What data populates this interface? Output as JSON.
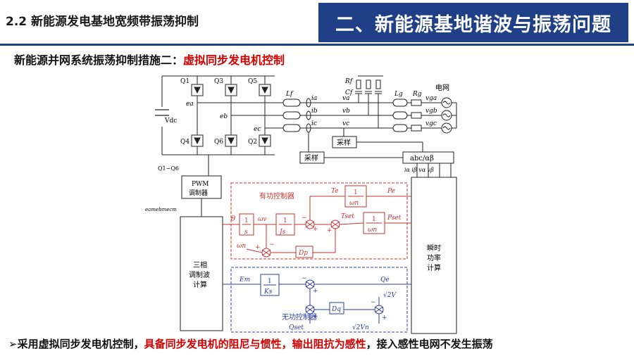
{
  "header": {
    "section_title": "2.2 新能源发电基地宽频带振荡抑制",
    "chapter_title": "二、新能源基地谐波与振荡问题"
  },
  "subtitle": {
    "prefix": "新能源并网系统振荡抑制措施二：",
    "highlight": "虚拟同步发电机控制"
  },
  "diagram": {
    "switches": [
      "Q1",
      "Q3",
      "Q5",
      "Q4",
      "Q6",
      "Q2"
    ],
    "vdc": "Vdc",
    "phase_nodes": [
      "ea",
      "eb",
      "ec"
    ],
    "filter_l": "Lf",
    "filter_c": "Cf",
    "filter_r": "Rf",
    "grid_l": "Lg",
    "grid_r": "Rg",
    "grid_label": "电网",
    "currents": [
      "ia",
      "ib",
      "ic"
    ],
    "cap_voltages": [
      "va",
      "vb",
      "vc"
    ],
    "grid_voltages": [
      "vga",
      "vgb",
      "vgc"
    ],
    "gate_label": "Q1~Q6",
    "pwm_label_1": "PWM",
    "pwm_label_2": "调制器",
    "mod_signals": "eamebmecm",
    "sample_1": "采样",
    "sample_2": "采样",
    "transform": "abc/αβ",
    "transform_outputs": "iα iβ vα vβ",
    "active_title": "有功控制器",
    "reactive_title": "无功控制器",
    "three_phase_box": [
      "三相",
      "调制波",
      "计算"
    ],
    "power_box": [
      "瞬时",
      "功率",
      "计算"
    ],
    "sig_Pe": "Pe",
    "sig_Te": "Te",
    "sig_Tset": "Tset",
    "sig_Pset": "Pset",
    "sig_theta": "θ",
    "sig_omega_v": "ωv",
    "sig_omega_n": "ωn",
    "sig_Dp": "Dp",
    "sig_Dq": "Dq",
    "sig_Em": "Em",
    "sig_Qe": "Qe",
    "sig_Qset": "Qset",
    "sig_sqrt2V": "√2V",
    "sig_sqrt2Vn": "√2Vn",
    "tf_one": "1",
    "tf_s": "s",
    "tf_Js": "Js",
    "tf_Ks": "Ks",
    "plus": "+",
    "minus": "−"
  },
  "bottom": {
    "prefix": "➢采用虚拟同步发电机控制，",
    "highlight": "具备同步发电机的阻尼与惯性，输出阻抗为感性",
    "suffix": "，接入感性电网不发生振荡"
  },
  "colors": {
    "brand_blue": "#1f3f86",
    "highlight_red": "#d60000",
    "active_red": "#c83232",
    "reactive_blue": "#2e3d9b"
  }
}
